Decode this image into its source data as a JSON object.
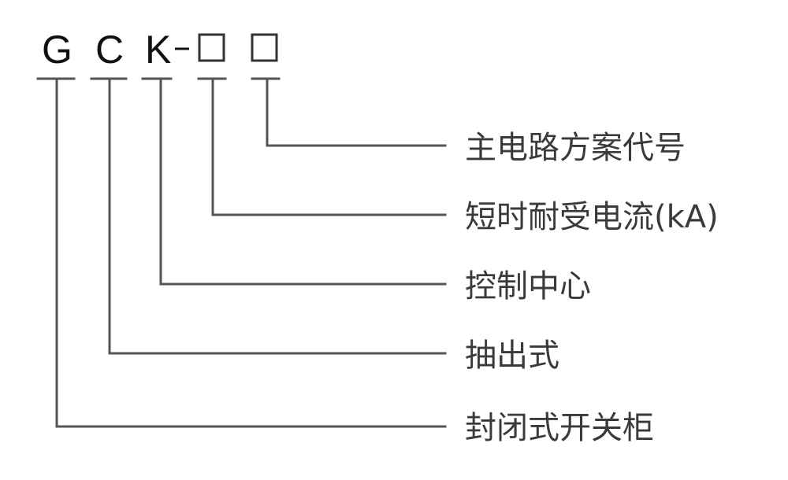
{
  "code": {
    "letters": [
      "G",
      "C",
      "K"
    ],
    "dash": "-",
    "placeholders": [
      "□",
      "□"
    ]
  },
  "labels": {
    "main_circuit": "主电路方案代号",
    "short_time_current": "短时耐受电流(kA)",
    "control_center": "控制中心",
    "draw_out": "抽出式",
    "enclosed_switchgear": "封闭式开关柜"
  }
}
